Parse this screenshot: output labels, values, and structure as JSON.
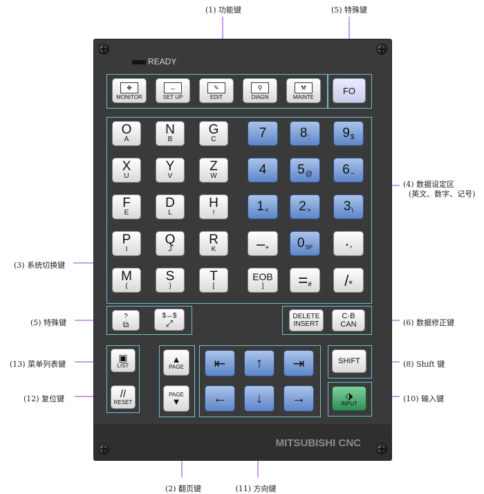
{
  "labels": {
    "function_keys": "(1) 功能键",
    "special_top": "(5) 特殊键",
    "data_area_1": "(4) 数据设定区",
    "data_area_2": "(英文、数字、记号)",
    "system_switch": "(3) 系统切换键",
    "special_left": "(5) 特殊键",
    "data_correction": "(6) 数据修正键",
    "menu_list": "(13) 菜单列表键",
    "shift": "(8) Shift 键",
    "reset": "(12) 复位键",
    "input": "(10) 输入键",
    "page_turn": "(2) 翻页键",
    "direction": "(11) 方向键"
  },
  "panel": {
    "ready": "READY",
    "brand": "MITSUBISHI CNC"
  },
  "function_keys": [
    "MONITOR",
    "SET UP",
    "EDIT",
    "DIAGN",
    "MAINTE"
  ],
  "fo_key": "FO",
  "keys": {
    "o": "O",
    "o_s": "A",
    "n": "N",
    "n_s": "B",
    "g": "G",
    "g_s": "C",
    "n7": "7",
    "n8": "8",
    "n8_s": ":",
    "n9": "9",
    "n9_s": "$",
    "x": "X",
    "x_s": "U",
    "y": "Y",
    "y_s": "V",
    "z": "Z",
    "z_s": "W",
    "n4": "4",
    "n5": "5",
    "n5_s": "@",
    "n6": "6",
    "n6_s": "~",
    "f": "F",
    "f_s": "E",
    "d": "D",
    "d_s": "L",
    "h": "H",
    "h_s": "!",
    "n1": "1",
    "n1_s": "<",
    "n2": "2",
    "n2_s": ">",
    "n3": "3",
    "n3_s": "\\",
    "p": "P",
    "p_s": "I",
    "q": "Q",
    "q_s": "J",
    "r": "R",
    "r_s": "K",
    "minus": "–",
    "minus_s": "+",
    "n0": "0",
    "n0_s": "SP",
    "dot": "·",
    ",": ",",
    "m": "M",
    "m_s": "(",
    "s": "S",
    "s_s": ")",
    "t": "T",
    "t_s": "[",
    "eob": "EOB",
    "eob_s": "]",
    "eq": "=",
    "eq_s": "#",
    "slash": "/",
    "slash_s": "*"
  },
  "special": {
    "help_q": "?",
    "sys_switch": "$↔$",
    "delete": "DELETE",
    "insert": "INSERT",
    "cb": "C·B",
    "can": "CAN"
  },
  "nav": {
    "list": "LIST",
    "page": "PAGE",
    "reset": "RESET",
    "shift": "SHIFT",
    "input": "INPUT"
  },
  "colors": {
    "panel": "#3a3a3a",
    "group_outline": "#6fbfd0",
    "blue_key": "#5d85c8",
    "green_key": "#2f8e58",
    "callout_arrow": "#c79cf0"
  }
}
